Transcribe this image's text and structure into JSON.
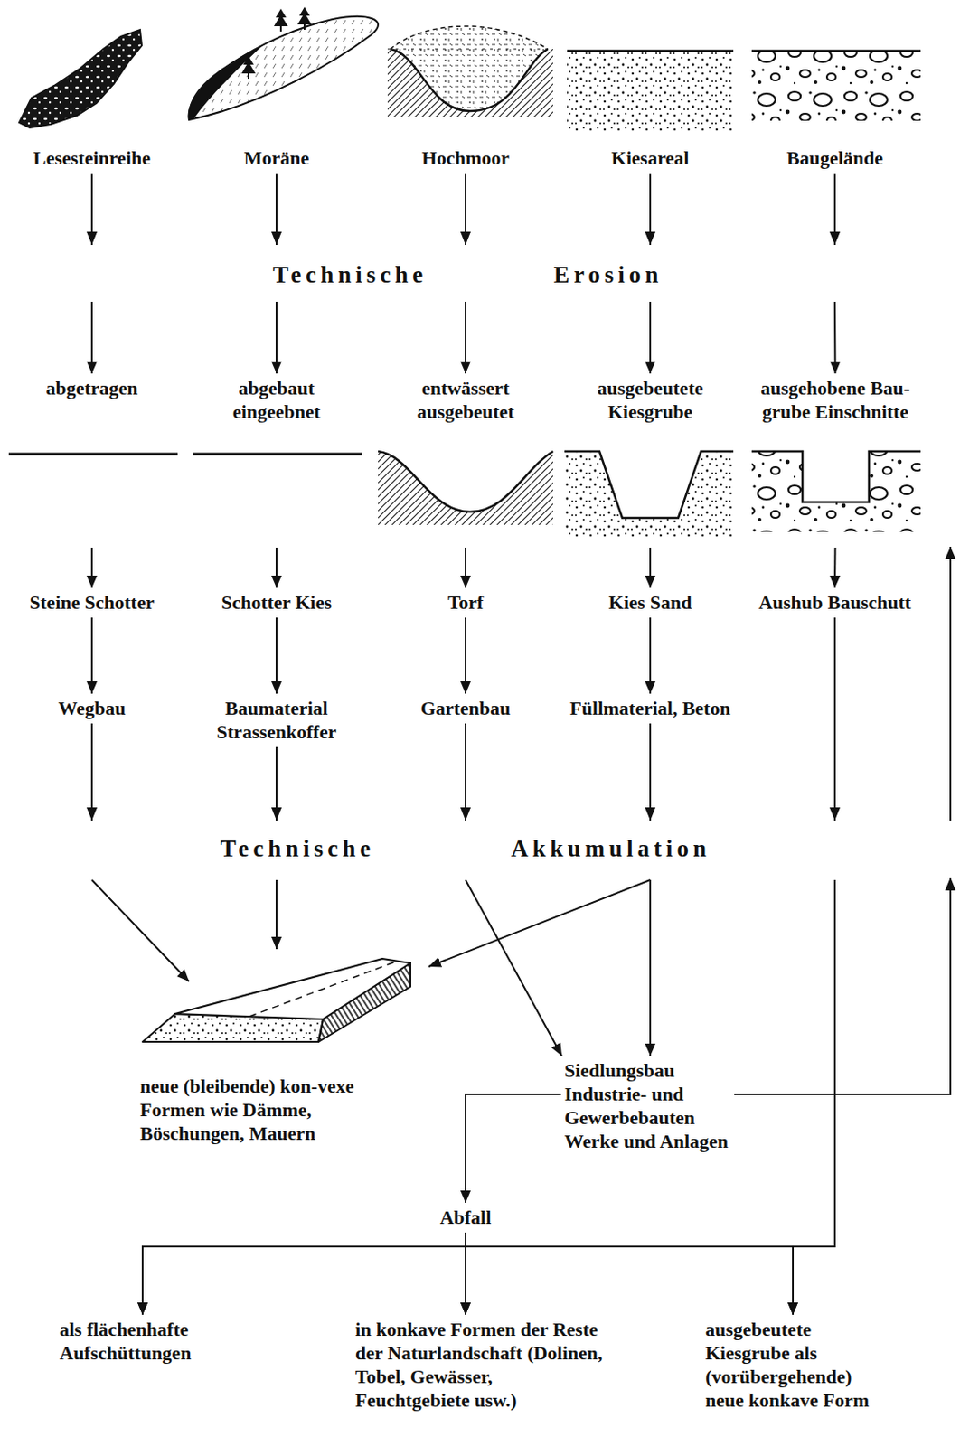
{
  "diagram": {
    "nodes": [
      {
        "text": [
          "Lesesteinreihe"
        ]
      },
      {
        "text": [
          "Moräne"
        ]
      },
      {
        "text": [
          "Hochmoor"
        ]
      },
      {
        "text": [
          "Kiesareal"
        ]
      },
      {
        "text": [
          "Baugelände"
        ]
      },
      {
        "text": [
          "abgetragen"
        ]
      },
      {
        "text": [
          "abgebaut eingeebnet"
        ]
      },
      {
        "text": [
          "entwässert ausgebeutet"
        ]
      },
      {
        "text": [
          "ausgebeutete Kiesgrube"
        ]
      },
      {
        "text": [
          "ausgehobene Bau-grube Einschnitte"
        ]
      },
      {
        "text": [
          "Steine Schotter"
        ]
      },
      {
        "text": [
          "Schotter Kies"
        ]
      },
      {
        "text": [
          "Torf"
        ]
      },
      {
        "text": [
          "Kies Sand"
        ]
      },
      {
        "text": [
          "Aushub Bauschutt"
        ]
      },
      {
        "text": [
          "Wegbau"
        ]
      },
      {
        "text": [
          "Baumaterial Strassenkoffer"
        ]
      },
      {
        "text": [
          "Gartenbau"
        ]
      },
      {
        "text": [
          "Füllmaterial, Beton"
        ]
      },
      {
        "text": [
          "neue (bleibende) kon-vexe Formen wie Dämme, Böschungen, Mauern"
        ]
      },
      {
        "text": [
          "Siedlungsbau Industrie- und Gewerbebauten Werke und Anlagen"
        ]
      },
      {
        "text": [
          "Abfall"
        ]
      },
      {
        "text": [
          "als flächenhafte Aufschüttungen"
        ]
      },
      {
        "text": [
          "in konkave Formen der Reste der Naturlandschaft (Dolinen, Tobel, Gewässer, Feuchtgebiete usw.)"
        ]
      },
      {
        "text": [
          "ausgebeutete Kiesgrube als (vorübergehende) neue konkave Form"
        ]
      }
    ],
    "edges": [
      {
        "from": 0,
        "to": 5,
        "arrow": "to"
      },
      {
        "from": 1,
        "to": 6,
        "arrow": "to"
      },
      {
        "from": 2,
        "to": 7,
        "arrow": "to"
      },
      {
        "from": 3,
        "to": 8,
        "arrow": "to"
      },
      {
        "from": 4,
        "to": 9,
        "arrow": "to"
      },
      {
        "from": 5,
        "to": 10,
        "arrow": "to"
      },
      {
        "from": 6,
        "to": 11,
        "arrow": "to"
      },
      {
        "from": 7,
        "to": 12,
        "arrow": "to"
      },
      {
        "from": 8,
        "to": 13,
        "arrow": "to"
      },
      {
        "from": 9,
        "to": 14,
        "arrow": "to"
      },
      {
        "from": 10,
        "to": 15,
        "arrow": "to"
      },
      {
        "from": 11,
        "to": 16,
        "arrow": "to"
      },
      {
        "from": 12,
        "to": 17,
        "arrow": "to"
      },
      {
        "from": 13,
        "to": 18,
        "arrow": "to"
      },
      {
        "from": 15,
        "to": 19,
        "arrow": "to"
      },
      {
        "from": 16,
        "to": 19,
        "arrow": "to"
      },
      {
        "from": 17,
        "to": 20,
        "arrow": "to"
      },
      {
        "from": 18,
        "to": 19,
        "arrow": "to"
      },
      {
        "from": 18,
        "to": 20,
        "arrow": "to"
      },
      {
        "from": 20,
        "to": 21,
        "arrow": "to"
      },
      {
        "from": 20,
        "to": 9,
        "arrow": "to"
      },
      {
        "from": 14,
        "to": 22,
        "arrow": "to"
      },
      {
        "from": 14,
        "to": 23,
        "arrow": "to"
      },
      {
        "from": 14,
        "to": 24,
        "arrow": "to"
      },
      {
        "from": 21,
        "to": 22,
        "arrow": "to"
      },
      {
        "from": 21,
        "to": 23,
        "arrow": "to"
      },
      {
        "from": 21,
        "to": 24,
        "arrow": "to"
      }
    ],
    "labels": [
      "Technische",
      "Erosion",
      "Technische",
      "Akkumulation"
    ]
  }
}
